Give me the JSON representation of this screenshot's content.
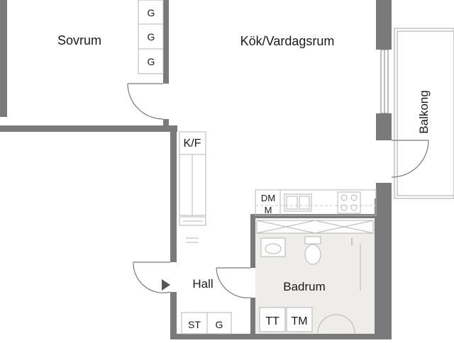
{
  "rooms": {
    "bedroom": "Sovrum",
    "kitchen_living": "Kök/Vardagsrum",
    "balcony": "Balkong",
    "hall": "Hall",
    "bathroom": "Badrum"
  },
  "fixtures": {
    "wardrobe_1": "G",
    "wardrobe_2": "G",
    "wardrobe_3": "G",
    "fridge_freezer": "K/F",
    "dishwasher": "DM",
    "microwave": "M",
    "drying_cabinet": "ST",
    "hall_wardrobe": "G",
    "tumble_dryer": "TT",
    "washing_machine": "TM"
  },
  "colors": {
    "wall": "#7a7a7a",
    "fixture_line": "#b5b5b5",
    "bathroom_floor": "#efedea",
    "background": "#ffffff"
  }
}
